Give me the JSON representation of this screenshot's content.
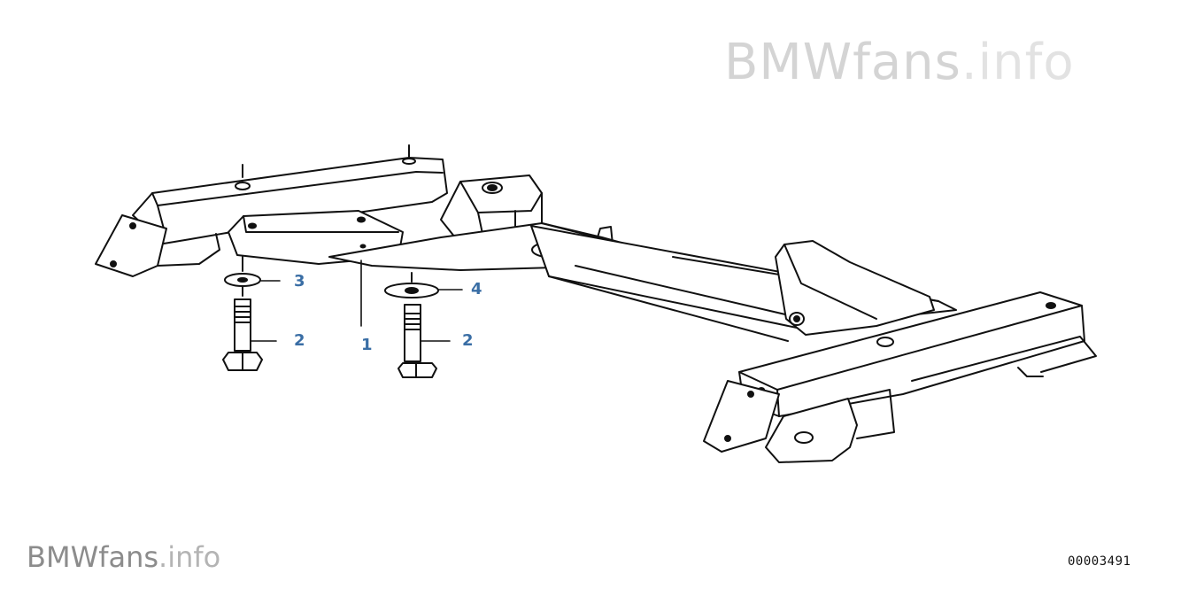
{
  "watermark": {
    "top_brand": "BMWfans",
    "top_suffix": ".info",
    "bottom_brand": "BMWfans",
    "bottom_suffix": ".info"
  },
  "diagram_id": "00003491",
  "callouts": [
    {
      "key": "frame",
      "label": "1"
    },
    {
      "key": "bolt_left",
      "label": "2"
    },
    {
      "key": "bolt_right",
      "label": "2"
    },
    {
      "key": "washer_left",
      "label": "3"
    },
    {
      "key": "washer_right",
      "label": "4"
    }
  ],
  "colors": {
    "line": "#111111",
    "callout": "#3a6ea5",
    "watermark_top": "#d4d4d4",
    "watermark_bottom": "#8c8c8c"
  }
}
